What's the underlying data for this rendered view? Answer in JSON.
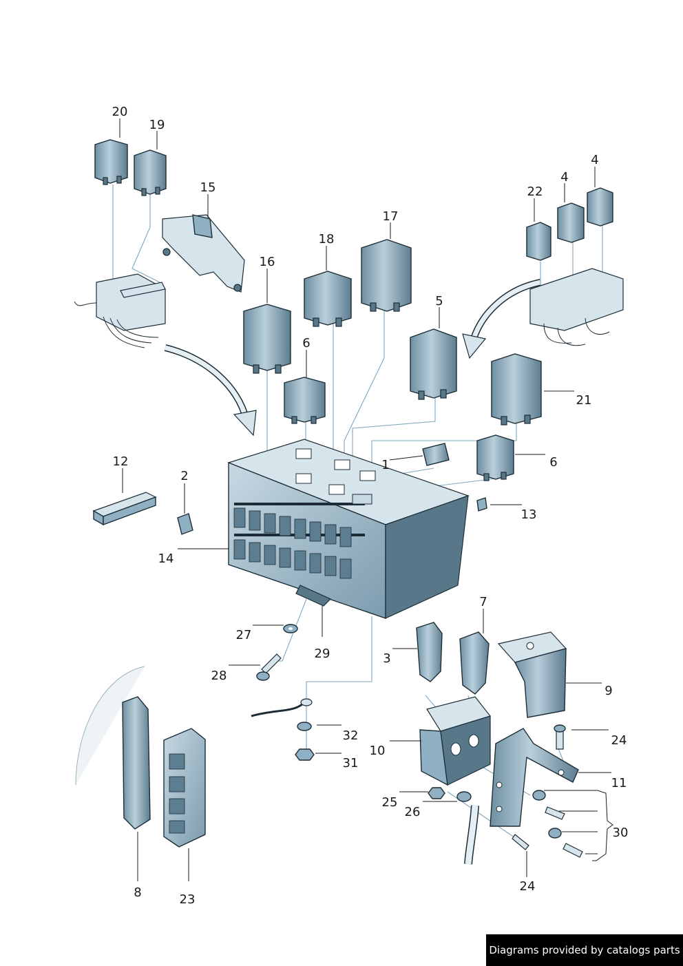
{
  "footer": {
    "text": "Diagrams provided by catalogs parts"
  },
  "callouts": [
    {
      "id": "c20",
      "label": "20"
    },
    {
      "id": "c19",
      "label": "19"
    },
    {
      "id": "c15",
      "label": "15"
    },
    {
      "id": "c16",
      "label": "16"
    },
    {
      "id": "c18",
      "label": "18"
    },
    {
      "id": "c17",
      "label": "17"
    },
    {
      "id": "c6a",
      "label": "6"
    },
    {
      "id": "c5",
      "label": "5"
    },
    {
      "id": "c22",
      "label": "22"
    },
    {
      "id": "c4a",
      "label": "4"
    },
    {
      "id": "c4b",
      "label": "4"
    },
    {
      "id": "c21",
      "label": "21"
    },
    {
      "id": "c6b",
      "label": "6"
    },
    {
      "id": "c1",
      "label": "1"
    },
    {
      "id": "c12",
      "label": "12"
    },
    {
      "id": "c2",
      "label": "2"
    },
    {
      "id": "c13",
      "label": "13"
    },
    {
      "id": "c14",
      "label": "14"
    },
    {
      "id": "c7",
      "label": "7"
    },
    {
      "id": "c27",
      "label": "27"
    },
    {
      "id": "c29",
      "label": "29"
    },
    {
      "id": "c3",
      "label": "3"
    },
    {
      "id": "c9",
      "label": "9"
    },
    {
      "id": "c28",
      "label": "28"
    },
    {
      "id": "c24a",
      "label": "24"
    },
    {
      "id": "c32",
      "label": "32"
    },
    {
      "id": "c10",
      "label": "10"
    },
    {
      "id": "c31",
      "label": "31"
    },
    {
      "id": "c11",
      "label": "11"
    },
    {
      "id": "c25",
      "label": "25"
    },
    {
      "id": "c26",
      "label": "26"
    },
    {
      "id": "c30",
      "label": "30"
    },
    {
      "id": "c8",
      "label": "8"
    },
    {
      "id": "c23",
      "label": "23"
    },
    {
      "id": "c24b",
      "label": "24"
    }
  ]
}
